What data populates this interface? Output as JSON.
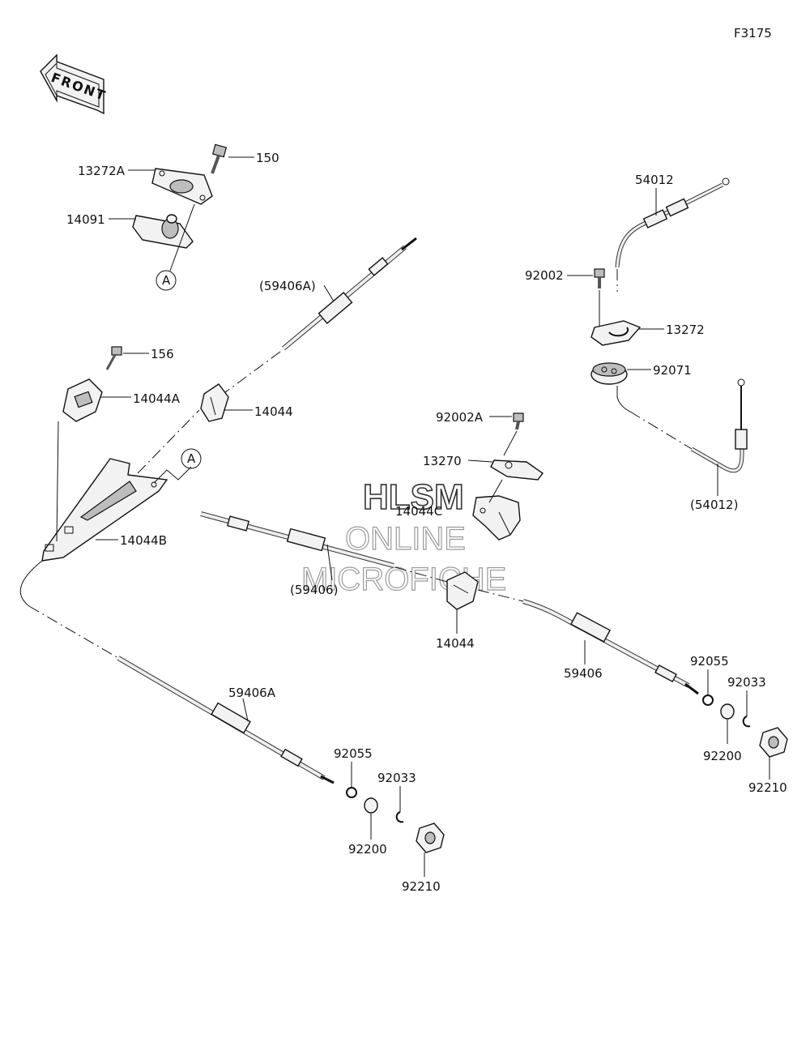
{
  "figure_code": "F3175",
  "front_arrow": "FRONT",
  "watermark": {
    "line1": "HLSM",
    "line2": "ONLINE",
    "line3": "MICROFICHE"
  },
  "ref_marker": "A",
  "labels": {
    "p13272A": "13272A",
    "p150": "150",
    "p14091": "14091",
    "p156": "156",
    "p14044A": "14044A",
    "p14044_left": "14044",
    "p14044B": "14044B",
    "p59406A_paren": "(59406A)",
    "p59406A": "59406A",
    "p92055_left": "92055",
    "p92033_left": "92033",
    "p92200_left": "92200",
    "p92210_left": "92210",
    "p54012": "54012",
    "p92002": "92002",
    "p13272": "13272",
    "p92071": "92071",
    "p54012_paren": "(54012)",
    "p92002A": "92002A",
    "p13270": "13270",
    "p14044C": "14044C",
    "p59406_paren": "(59406)",
    "p14044_mid": "14044",
    "p59406": "59406",
    "p92055_right": "92055",
    "p92033_right": "92033",
    "p92200_right": "92200",
    "p92210_right": "92210"
  }
}
